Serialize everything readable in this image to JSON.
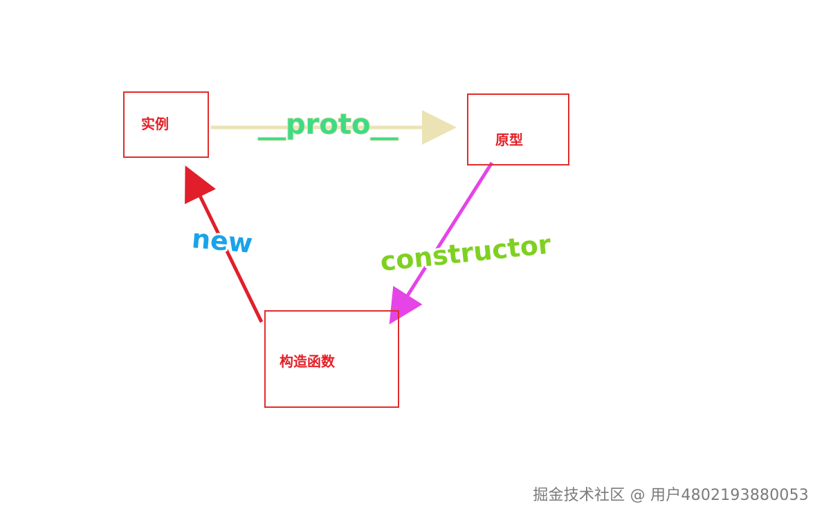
{
  "nodes": {
    "instance": "实例",
    "prototype": "原型",
    "constructor": "构造函数"
  },
  "edges": {
    "proto": {
      "label": "__proto__",
      "color": "#ebe3b4"
    },
    "new": {
      "label": "new",
      "color": "#e01f2b"
    },
    "constructor": {
      "label": "constructor",
      "color": "#e544e6"
    }
  },
  "colors": {
    "node_border": "#e02b2b",
    "node_text": "#e41e26",
    "proto_text": "#3ddc84",
    "new_text": "#1aa3e8",
    "constructor_text": "#7fd021"
  },
  "watermark": "掘金技术社区 @ 用户4802193880053"
}
